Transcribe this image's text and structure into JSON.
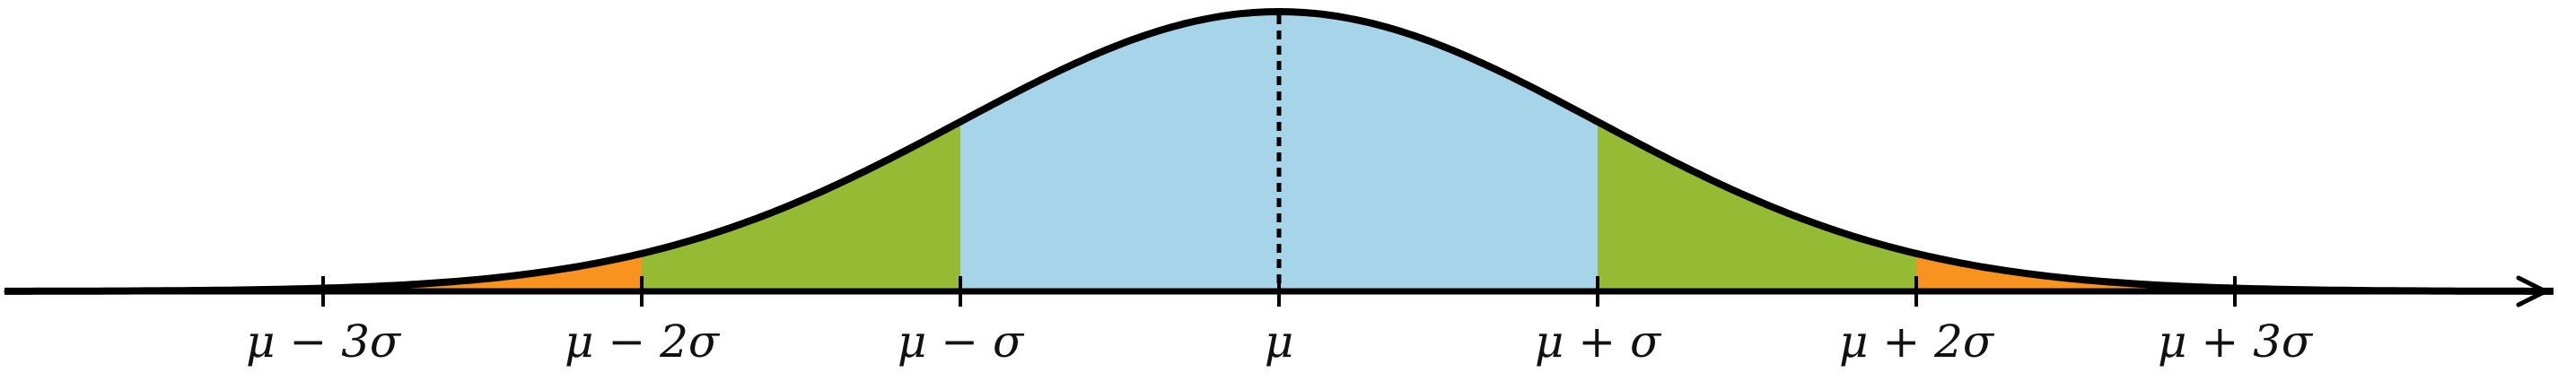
{
  "diagram": {
    "type": "normal-distribution",
    "tick_labels": [
      "μ − 3σ",
      "μ − 2σ",
      "μ − σ",
      "μ",
      "μ + σ",
      "μ + 2σ",
      "μ + 3σ"
    ],
    "band_edges_sigma": [
      -3,
      -2,
      -1,
      0,
      1,
      2,
      3
    ],
    "x_range_sigma": [
      -4.0,
      4.0
    ],
    "colors": {
      "within_1_sigma": "#a6d5ea",
      "within_2_sigma": "#95bb34",
      "within_3_sigma": "#f7931e",
      "curve": "#000000",
      "axis": "#000000"
    },
    "mean_line": "dotted",
    "axis_arrow": "right"
  }
}
